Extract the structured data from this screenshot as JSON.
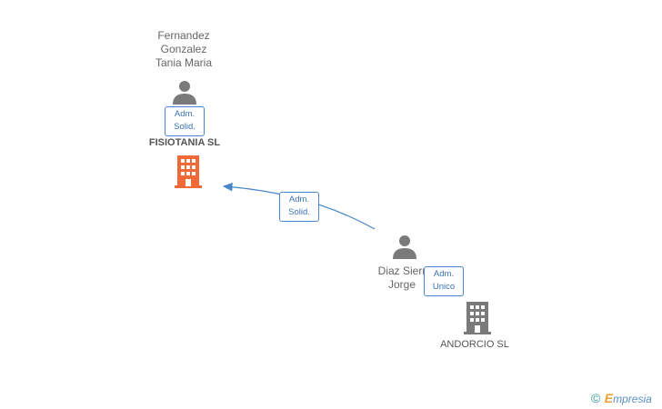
{
  "nodes": {
    "person1": {
      "name_lines": [
        "Fernandez",
        "Gonzalez",
        "Tania Maria"
      ],
      "icon": "person-icon"
    },
    "company1": {
      "name": "FISIOTANIA SL",
      "icon": "building-icon",
      "color": "#f26a3a"
    },
    "person2": {
      "name_lines": [
        "Diaz Sierr",
        "Jorge"
      ],
      "icon": "person-icon"
    },
    "company2": {
      "name": "ANDORCIO SL",
      "icon": "building-icon",
      "color": "#7a7a7a"
    }
  },
  "badges": {
    "person1_role": [
      "Adm.",
      "Solid."
    ],
    "edge_role": [
      "Adm.",
      "Solid."
    ],
    "person2_role": [
      "Adm.",
      "Unico"
    ]
  },
  "colors": {
    "edge": "#4a86c8",
    "person": "#7a7a7a"
  },
  "footer": {
    "copyright": "©",
    "brand_initial": "E",
    "brand_rest": "mpresia"
  }
}
